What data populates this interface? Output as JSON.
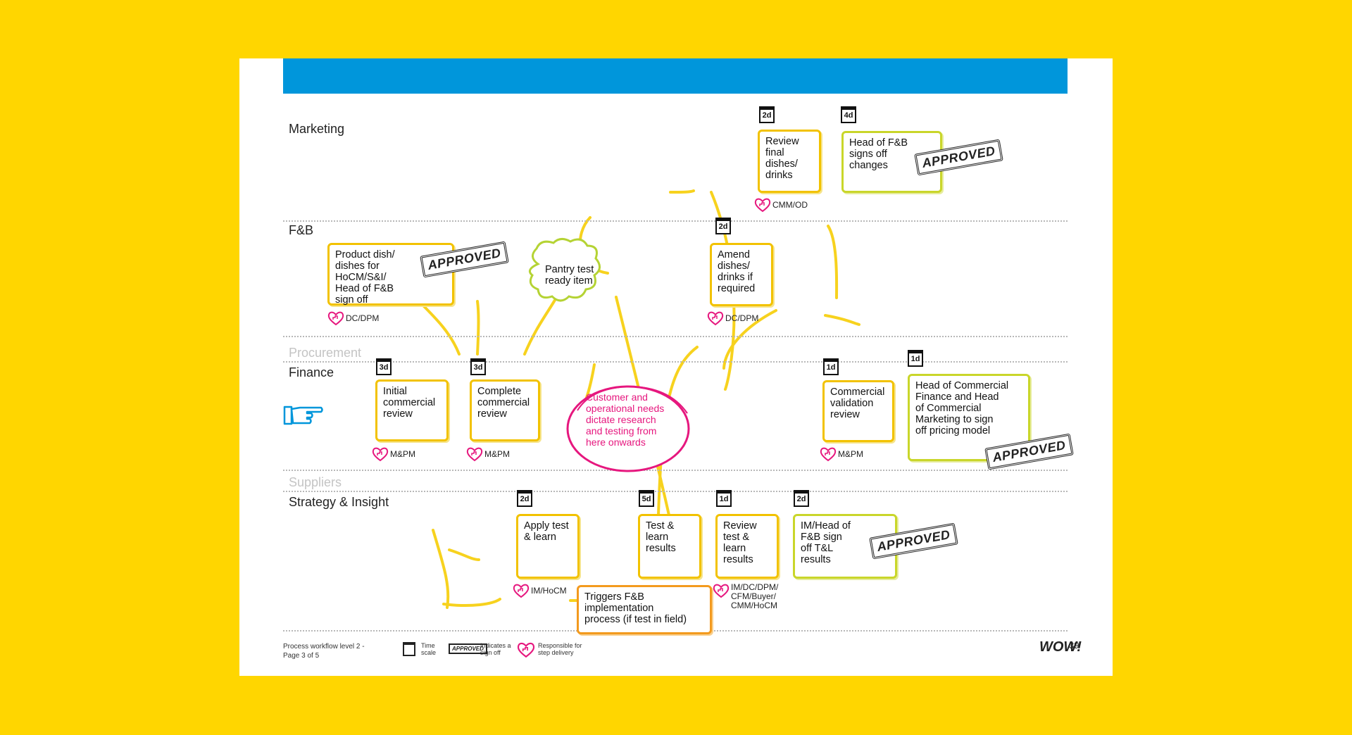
{
  "lanes": {
    "marketing": "Marketing",
    "fnb": "F&B",
    "procurement": "Procurement",
    "finance": "Finance",
    "suppliers": "Suppliers",
    "strategy": "Strategy & Insight"
  },
  "steps": {
    "review_final": {
      "text": "Review\nfinal\ndishes/\ndrinks",
      "time": "2d",
      "owner": "CMM/OD"
    },
    "head_fnb_signs": {
      "text": "Head of F&B\nsigns off\nchanges",
      "time": "4d",
      "stamp": "APPROVED"
    },
    "product_dish": {
      "text": "Product dish/\ndishes for\nHoCM/S&I/\nHead of F&B\nsign off",
      "owner": "DC/DPM",
      "stamp": "APPROVED"
    },
    "amend": {
      "text": "Amend\ndishes/\ndrinks if\nrequired",
      "time": "2d",
      "owner": "DC/DPM"
    },
    "pantry": {
      "text": "Pantry test\nready item"
    },
    "initial_review": {
      "text": "Initial\ncommercial\nreview",
      "time": "3d",
      "owner": "M&PM"
    },
    "complete_review": {
      "text": "Complete\ncommercial\nreview",
      "time": "3d",
      "owner": "M&PM"
    },
    "customer_note": {
      "text": "Customer and\noperational needs\ndictate research\nand testing from\nhere onwards"
    },
    "commercial_validation": {
      "text": "Commercial\nvalidation\nreview",
      "time": "1d",
      "owner": "M&PM"
    },
    "head_commercial": {
      "text": "Head of Commercial\nFinance and Head\nof Commercial\nMarketing to sign\noff pricing model",
      "time": "1d",
      "stamp": "APPROVED"
    },
    "apply_test": {
      "text": "Apply test\n& learn",
      "time": "2d",
      "owner": "IM/HoCM"
    },
    "test_learn": {
      "text": "Test &\nlearn\nresults",
      "time": "5d"
    },
    "review_test": {
      "text": "Review\ntest &\nlearn\nresults",
      "time": "1d",
      "owner": "IM/DC/DPM/\nCFM/Buyer/\nCMM/HoCM"
    },
    "im_head": {
      "text": "IM/Head of\nF&B sign\noff T&L\nresults",
      "time": "2d",
      "stamp": "APPROVED"
    },
    "triggers": {
      "text": "Triggers F&B\nimplementation\nprocess (if test in field)"
    }
  },
  "footer": {
    "title": "Process workflow level 2 -\nPage 3 of 5",
    "legend_time": "Time\nscale",
    "legend_stamp_text": "APPROVED",
    "legend_signoff": "Indicates a\nsign off",
    "legend_owner": "Responsible for\nstep delivery",
    "brand": "WOW!",
    "page_number": "39"
  },
  "colors": {
    "background": "#FFD600",
    "banner": "#0096DB",
    "box_yellow": "#F2C200",
    "box_green": "#C9D62A",
    "box_orange": "#F39A1E",
    "connector": "#F7D21E",
    "note_pink": "#E6177E",
    "pointer_icon": "#0096DB"
  }
}
